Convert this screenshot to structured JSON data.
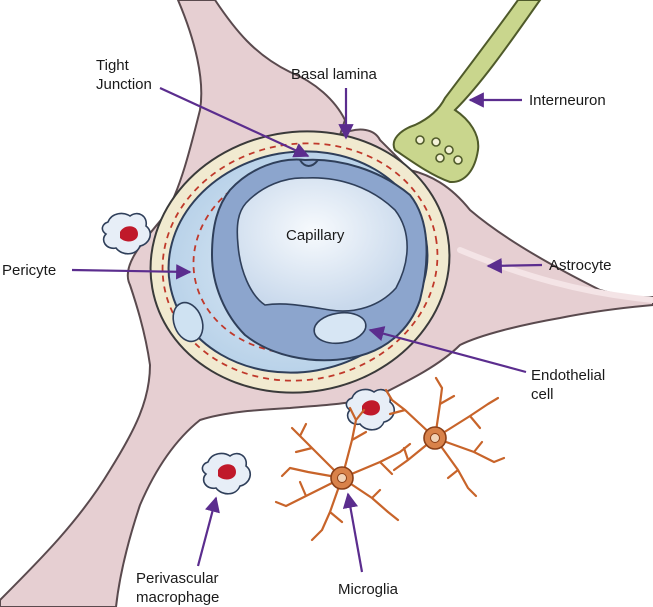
{
  "diagram": {
    "labels": {
      "tight_junction_1": "Tight",
      "tight_junction_2": "Junction",
      "basal_lamina": "Basal lamina",
      "interneuron": "Interneuron",
      "capillary": "Capillary",
      "pericyte": "Pericyte",
      "astrocyte": "Astrocyte",
      "endothelial_1": "Endothelial",
      "endothelial_2": "cell",
      "perivascular_1": "Perivascular",
      "perivascular_2": "macrophage",
      "microglia": "Microglia"
    },
    "colors": {
      "astrocyte_fill": "#e6cfd2",
      "astrocyte_stroke": "#5a4a4e",
      "basal_lamina_fill": "#f1ead0",
      "lamina_dash": "#c0392b",
      "pericyte_fill": "#bcd7ec",
      "endothelial_fill": "#8ca5cd",
      "lumen_fill": "#e4edf6",
      "interneuron_fill": "#c9d68d",
      "microglia_fill": "#d9824a",
      "macrophage_nucleus": "#c0192a",
      "arrow": "#5b2d8e"
    }
  }
}
